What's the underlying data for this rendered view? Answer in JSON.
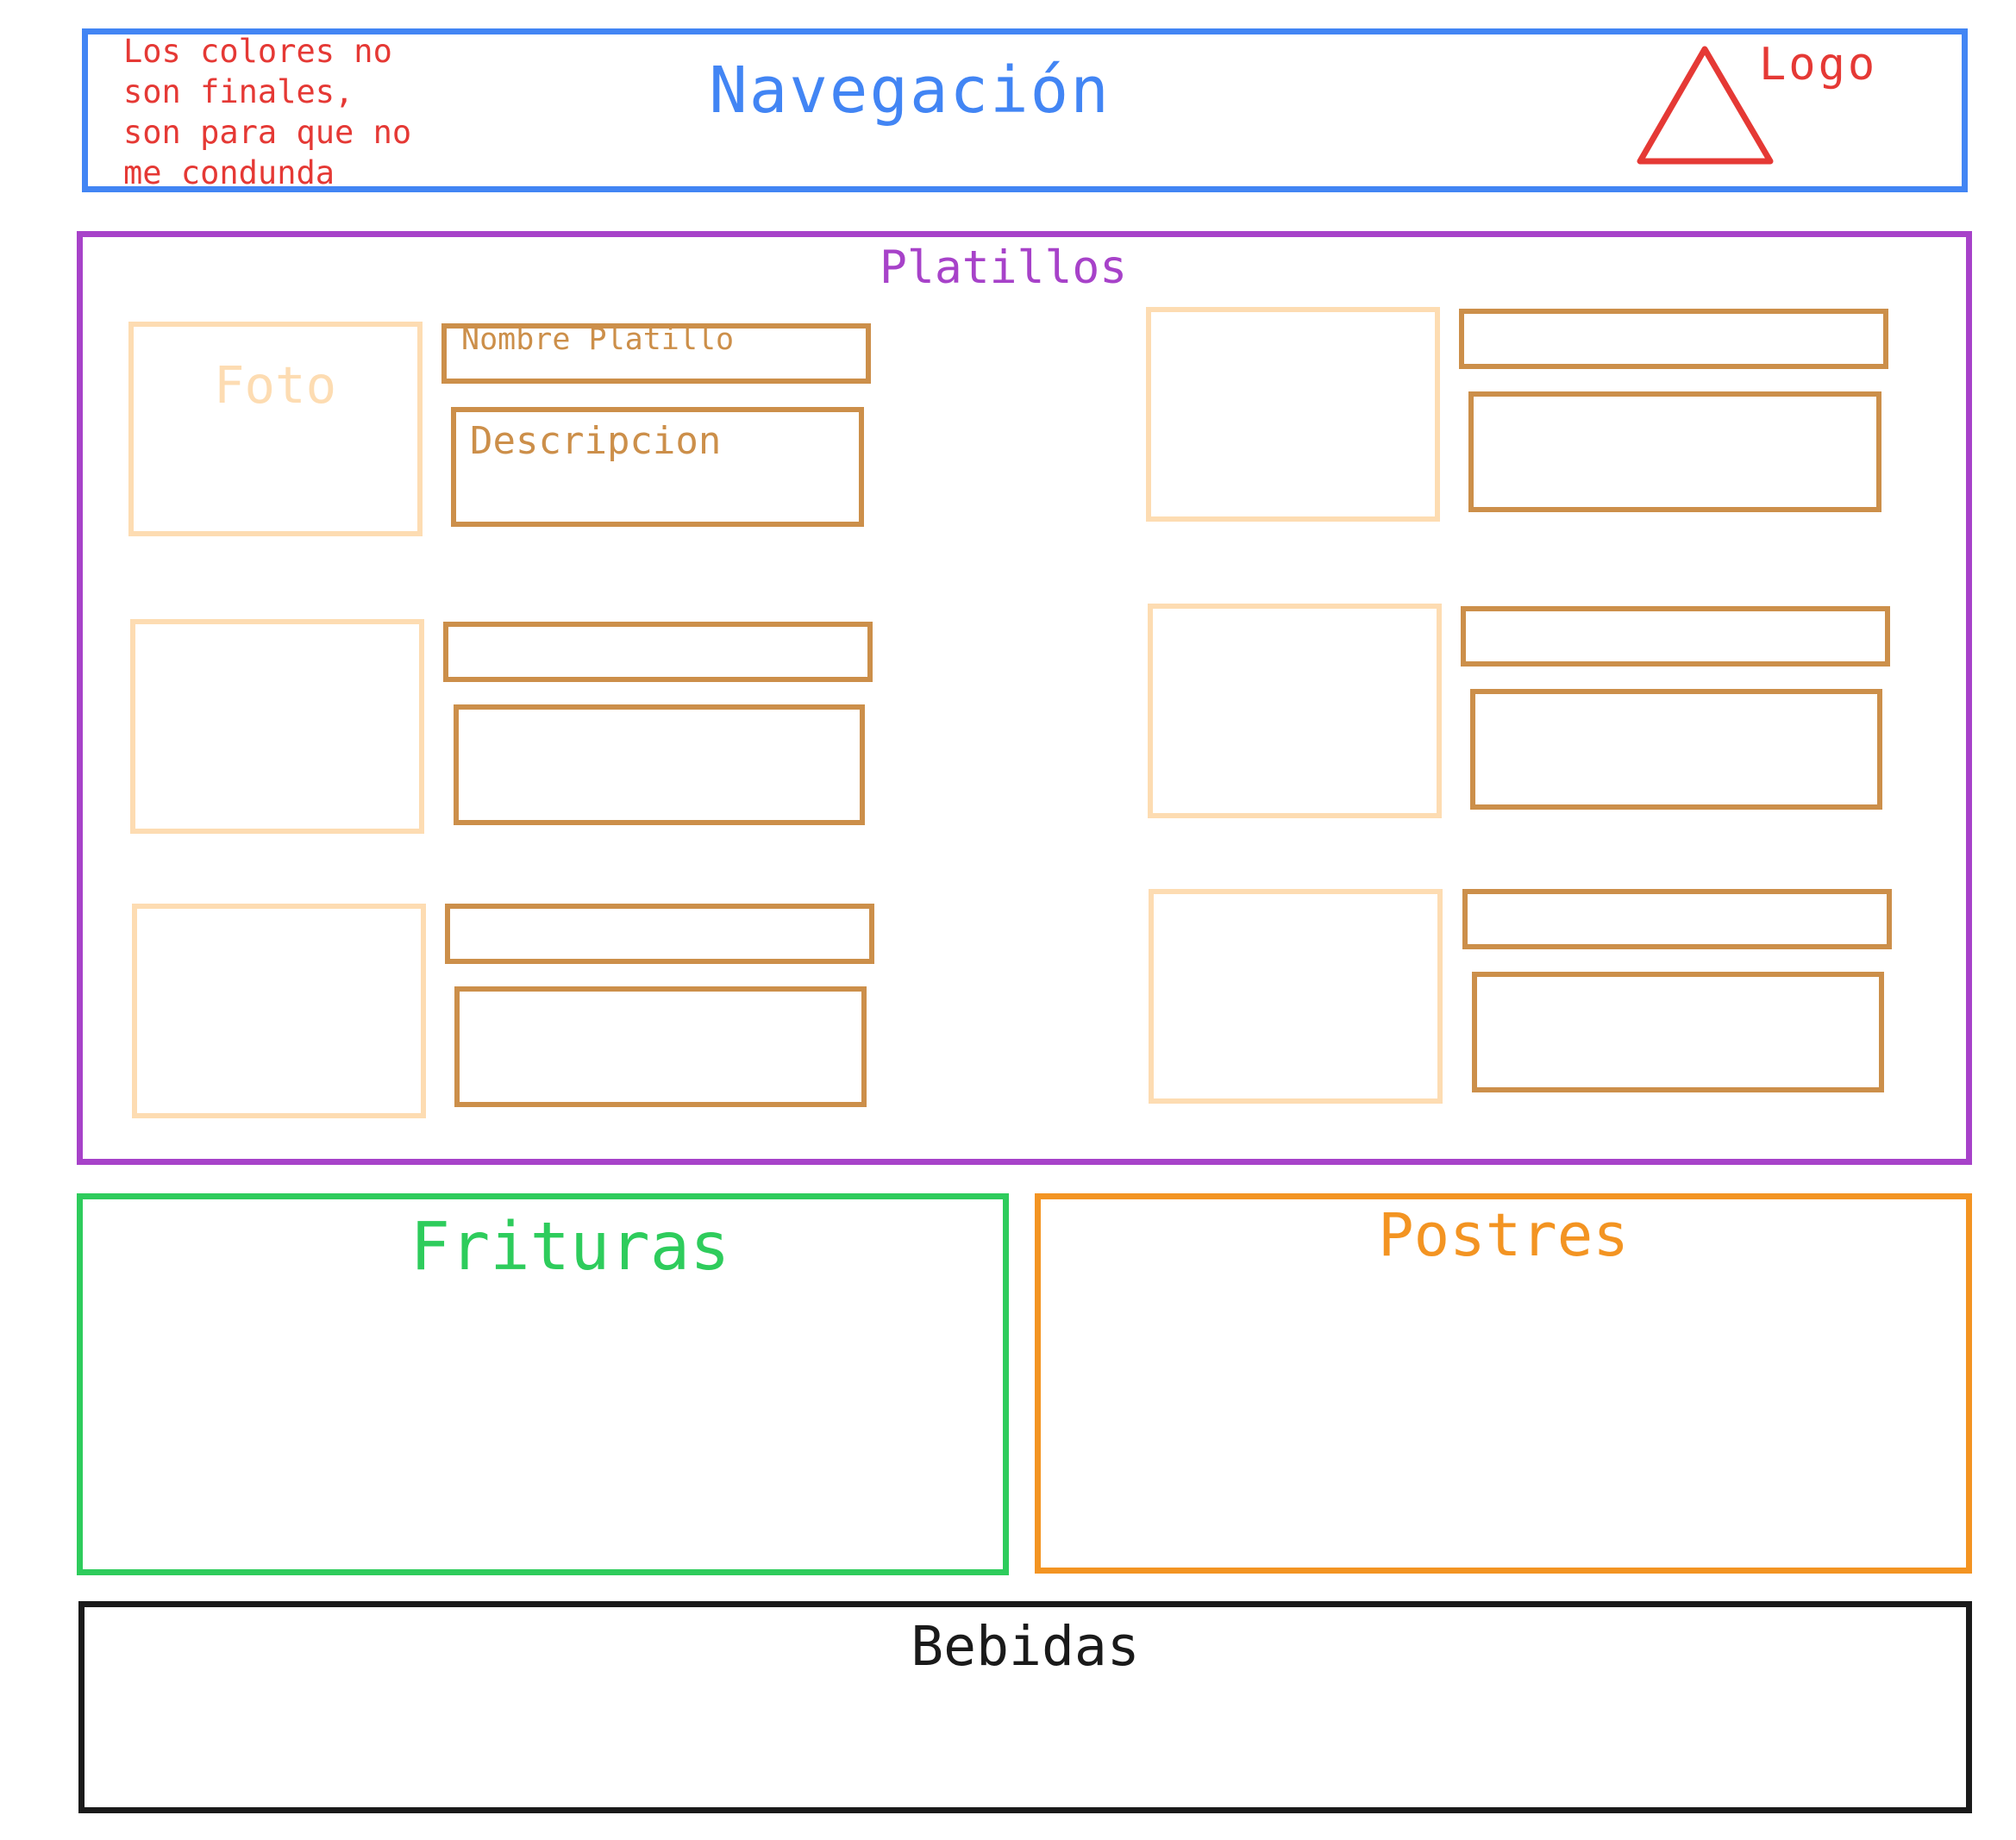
{
  "colors": {
    "navigation": "#4285f4",
    "note": "#e53935",
    "platillos": "#a742c9",
    "photo": "#fddcb2",
    "field": "#cc8f4a",
    "frituras": "#2ecc5c",
    "postres": "#f39422",
    "bebidas": "#1a1a1a"
  },
  "navigation": {
    "note": "Los colores no\nson finales,\nson para que no\nme condunda",
    "title": "Navegación",
    "logo_label": "Logo",
    "logo_icon": "triangle-icon"
  },
  "platillos": {
    "title": "Platillos",
    "photo_label": "Foto",
    "name_label": "Nombre Platillo",
    "description_label": "Descripcion"
  },
  "frituras": {
    "title": "Frituras"
  },
  "postres": {
    "title": "Postres"
  },
  "bebidas": {
    "title": "Bebidas"
  }
}
